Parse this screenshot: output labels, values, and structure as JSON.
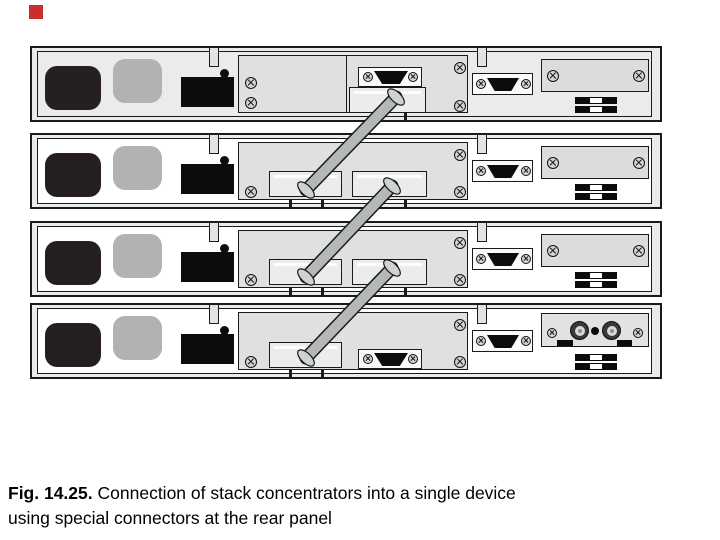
{
  "slide_marker": {
    "color": "#c9302c"
  },
  "caption": {
    "bold": "Fig. 14.25.",
    "line1": "Connection of stack concentrators into a single device",
    "line2": "using special connectors at the rear panel"
  },
  "diagram": {
    "type": "stack-connection-diagram",
    "unit_count": 4,
    "units": [
      {
        "name": "concentrator-1",
        "module_db": "top",
        "sockets": [
          "right"
        ],
        "right_plate": "blank"
      },
      {
        "name": "concentrator-2",
        "module_db": "none",
        "sockets": [
          "left",
          "right"
        ],
        "right_plate": "blank"
      },
      {
        "name": "concentrator-3",
        "module_db": "none",
        "sockets": [
          "left",
          "right"
        ],
        "right_plate": "blank"
      },
      {
        "name": "concentrator-4",
        "module_db": "bottom",
        "sockets": [
          "left"
        ],
        "right_plate": "bnc"
      }
    ],
    "cables": [
      {
        "from": "concentrator-1",
        "to": "concentrator-2"
      },
      {
        "from": "concentrator-2",
        "to": "concentrator-3"
      },
      {
        "from": "concentrator-3",
        "to": "concentrator-4"
      }
    ],
    "colors": {
      "chassis": "#ebebeb",
      "panel": "#ffffff",
      "module": "#e0e0e0",
      "cable": "#b4b8b9",
      "outline": "#1a1a1a",
      "connector_black": "#0c0c0c"
    }
  }
}
